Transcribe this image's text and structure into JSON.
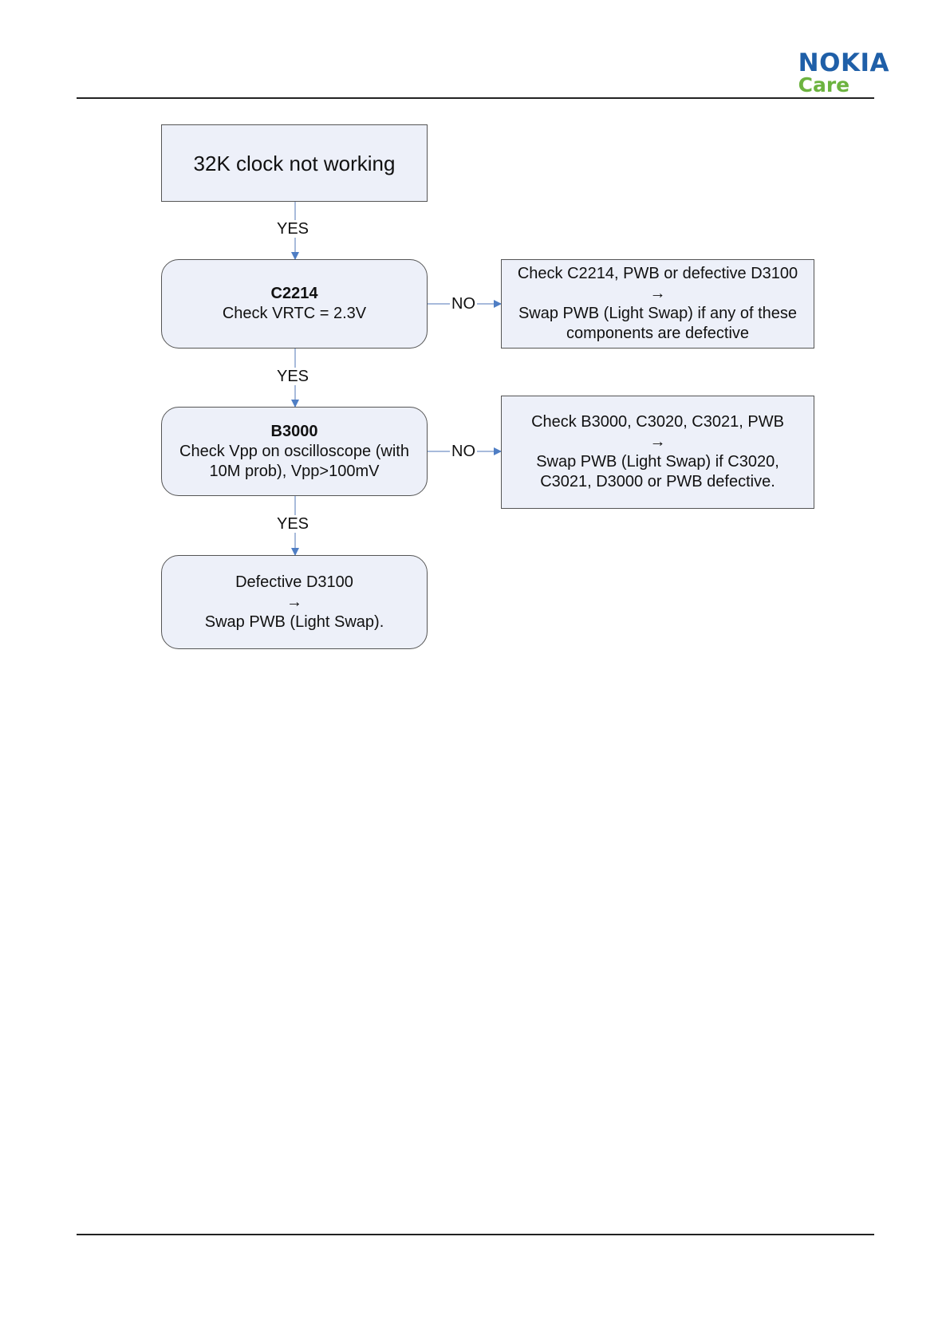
{
  "logo": {
    "brand": "NOKIA",
    "sub": "Care"
  },
  "colors": {
    "brand_blue": "#1f5fa8",
    "brand_green": "#6cb33f",
    "box_fill": "#edf0f9",
    "arrow": "#4f7ec4"
  },
  "flowchart": {
    "start": {
      "text": "32K clock not working"
    },
    "step1": {
      "title": "C2214",
      "text": "Check VRTC = 2.3V"
    },
    "step1_no": {
      "line1": "Check C2214, PWB or defective D3100",
      "arrow": "→",
      "line2": "Swap PWB (Light Swap) if any of these",
      "line3": "components are defective"
    },
    "step2": {
      "title": "B3000",
      "line1": "Check Vpp on oscilloscope (with",
      "line2": "10M prob), Vpp>100mV"
    },
    "step2_no": {
      "line1": "Check B3000, C3020, C3021, PWB",
      "arrow": "→",
      "line2": "Swap PWB (Light Swap) if C3020,",
      "line3": "C3021, D3000 or PWB defective."
    },
    "end": {
      "line1": "Defective D3100",
      "arrow": "→",
      "line2": "Swap PWB (Light Swap)."
    },
    "labels": {
      "yes": "YES",
      "no": "NO"
    }
  }
}
